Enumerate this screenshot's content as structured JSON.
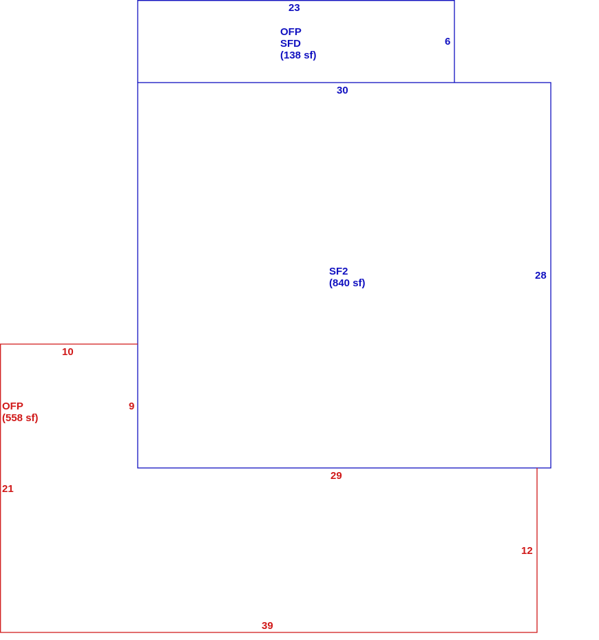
{
  "colors": {
    "living_area": "#1010c0",
    "porch": "#d01818"
  },
  "areas": {
    "upper": {
      "name_line1": "OFP",
      "name_line2": "SFD",
      "area": "(138 sf)",
      "dims": {
        "top": "23",
        "right": "6"
      }
    },
    "main": {
      "name": "SF2",
      "area": "(840 sf)",
      "dims": {
        "top": "30",
        "right": "28"
      }
    },
    "porch": {
      "name": "OFP",
      "area": "(558 sf)",
      "dims": {
        "top": "10",
        "inner": "9",
        "middle": "29",
        "left": "21",
        "right": "12",
        "bottom": "39"
      }
    }
  }
}
